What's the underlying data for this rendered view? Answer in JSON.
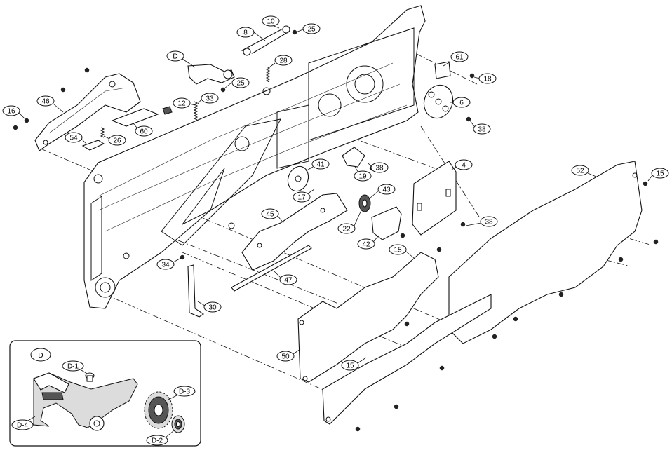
{
  "callouts": [
    {
      "id": "c8",
      "label": "8"
    },
    {
      "id": "c10",
      "label": "10"
    },
    {
      "id": "c25a",
      "label": "25"
    },
    {
      "id": "cD",
      "label": "D"
    },
    {
      "id": "c28",
      "label": "28"
    },
    {
      "id": "c25b",
      "label": "25"
    },
    {
      "id": "c61",
      "label": "61"
    },
    {
      "id": "c18",
      "label": "18"
    },
    {
      "id": "c46",
      "label": "46"
    },
    {
      "id": "c12",
      "label": "12"
    },
    {
      "id": "c33",
      "label": "33"
    },
    {
      "id": "c16",
      "label": "16"
    },
    {
      "id": "c6",
      "label": "6"
    },
    {
      "id": "c60",
      "label": "60"
    },
    {
      "id": "c38a",
      "label": "38"
    },
    {
      "id": "c54",
      "label": "54"
    },
    {
      "id": "c26",
      "label": "26"
    },
    {
      "id": "c4",
      "label": "4"
    },
    {
      "id": "c52",
      "label": "52"
    },
    {
      "id": "c15a",
      "label": "15"
    },
    {
      "id": "c41",
      "label": "41"
    },
    {
      "id": "c38b",
      "label": "38"
    },
    {
      "id": "c19",
      "label": "19"
    },
    {
      "id": "c43",
      "label": "43"
    },
    {
      "id": "c17",
      "label": "17"
    },
    {
      "id": "c45",
      "label": "45"
    },
    {
      "id": "c22",
      "label": "22"
    },
    {
      "id": "c38c",
      "label": "38"
    },
    {
      "id": "c42",
      "label": "42"
    },
    {
      "id": "c15b",
      "label": "15"
    },
    {
      "id": "c34",
      "label": "34"
    },
    {
      "id": "c47",
      "label": "47"
    },
    {
      "id": "c30",
      "label": "30"
    },
    {
      "id": "c50",
      "label": "50"
    },
    {
      "id": "c15c",
      "label": "15"
    }
  ],
  "detail": {
    "title": "D",
    "callouts": [
      {
        "id": "d1",
        "label": "D-1"
      },
      {
        "id": "d3",
        "label": "D-3"
      },
      {
        "id": "d4",
        "label": "D-4"
      },
      {
        "id": "d2",
        "label": "D-2"
      }
    ]
  }
}
